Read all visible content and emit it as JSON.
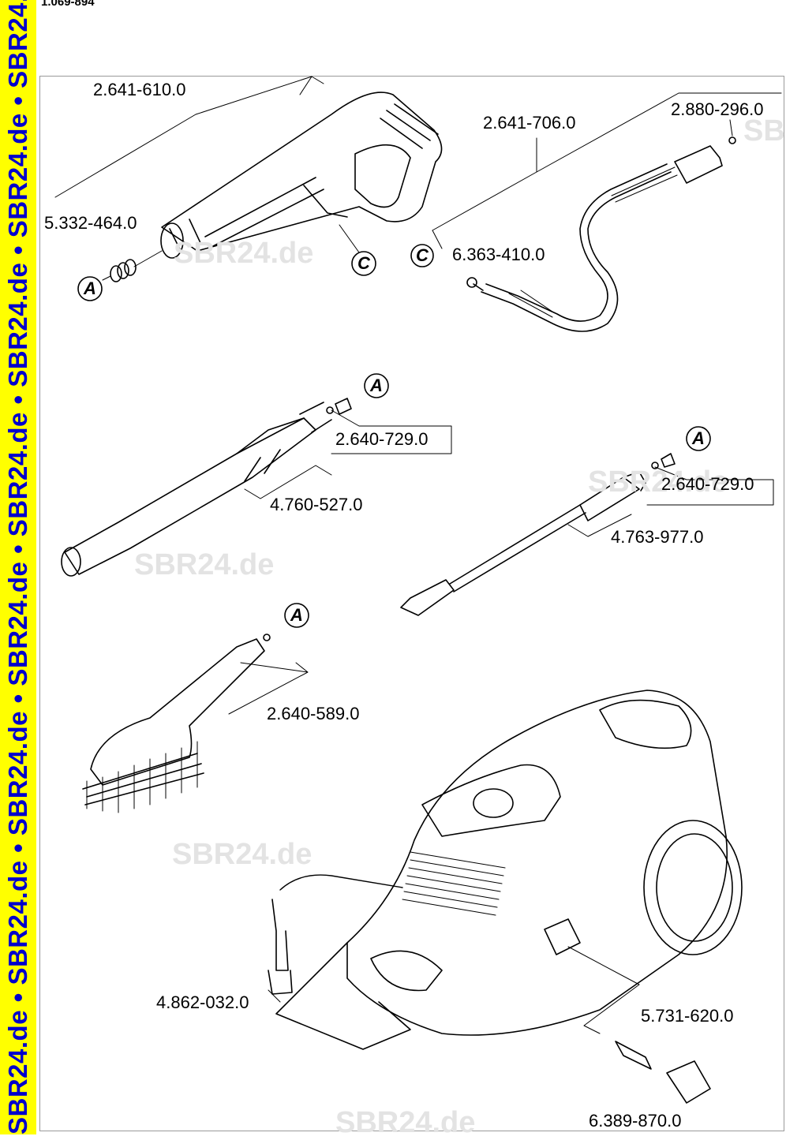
{
  "document": {
    "id": "1.069-894"
  },
  "banner": {
    "text": "SBR24.de • SBR24.de • SBR24.de • SBR24.de • SBR24.de • SBR24.de • SBR24.de • SBR24.de • SBR24.de",
    "background": "#ffff00",
    "color": "#0000cc"
  },
  "watermark": {
    "text": "SBR24.de",
    "color": "#e3e3e3"
  },
  "callouts": {
    "a": "A",
    "c": "C"
  },
  "parts": {
    "trigger_gun": "2.641-610.0",
    "hose": "2.641-706.0",
    "hose_oring": "2.880-296.0",
    "gun_seal": "5.332-464.0",
    "hose_seal": "6.363-410.0",
    "vario_nipple": "2.640-729.0",
    "vario_lance": "4.760-527.0",
    "nozzle_nipple": "2.640-729.0",
    "power_lance": "4.763-977.0",
    "wash_brush": "2.640-589.0",
    "suction_filter": "4.862-032.0",
    "inlet_filter": "5.731-620.0",
    "inlet_coupling": "6.389-870.0"
  }
}
